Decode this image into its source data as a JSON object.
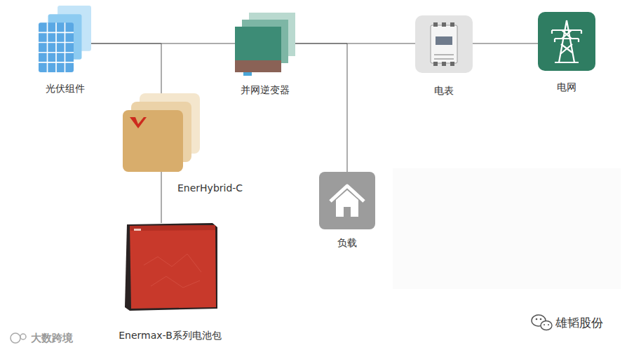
{
  "diagram": {
    "nodes": [
      {
        "text": [
          "光伏组件"
        ]
      },
      {
        "text": [
          "并网逆变器"
        ]
      },
      {
        "text": [
          "电表"
        ]
      },
      {
        "text": [
          "电网"
        ]
      },
      {
        "text": [
          "EnerHybrid-C"
        ]
      },
      {
        "text": [
          "负载"
        ]
      },
      {
        "text": [
          "Enermax-B系列电池包"
        ]
      }
    ],
    "edges": [
      {
        "from": 0,
        "to": 1,
        "arrow": "none"
      },
      {
        "from": 0,
        "to": 4,
        "arrow": "none"
      },
      {
        "from": 4,
        "to": 6,
        "arrow": "none"
      },
      {
        "from": 1,
        "to": 2,
        "arrow": "none"
      },
      {
        "from": 1,
        "to": 5,
        "arrow": "none"
      },
      {
        "from": 2,
        "to": 3,
        "arrow": "none"
      }
    ],
    "labels": [
      "大数跨境",
      "雄韬股份"
    ]
  }
}
